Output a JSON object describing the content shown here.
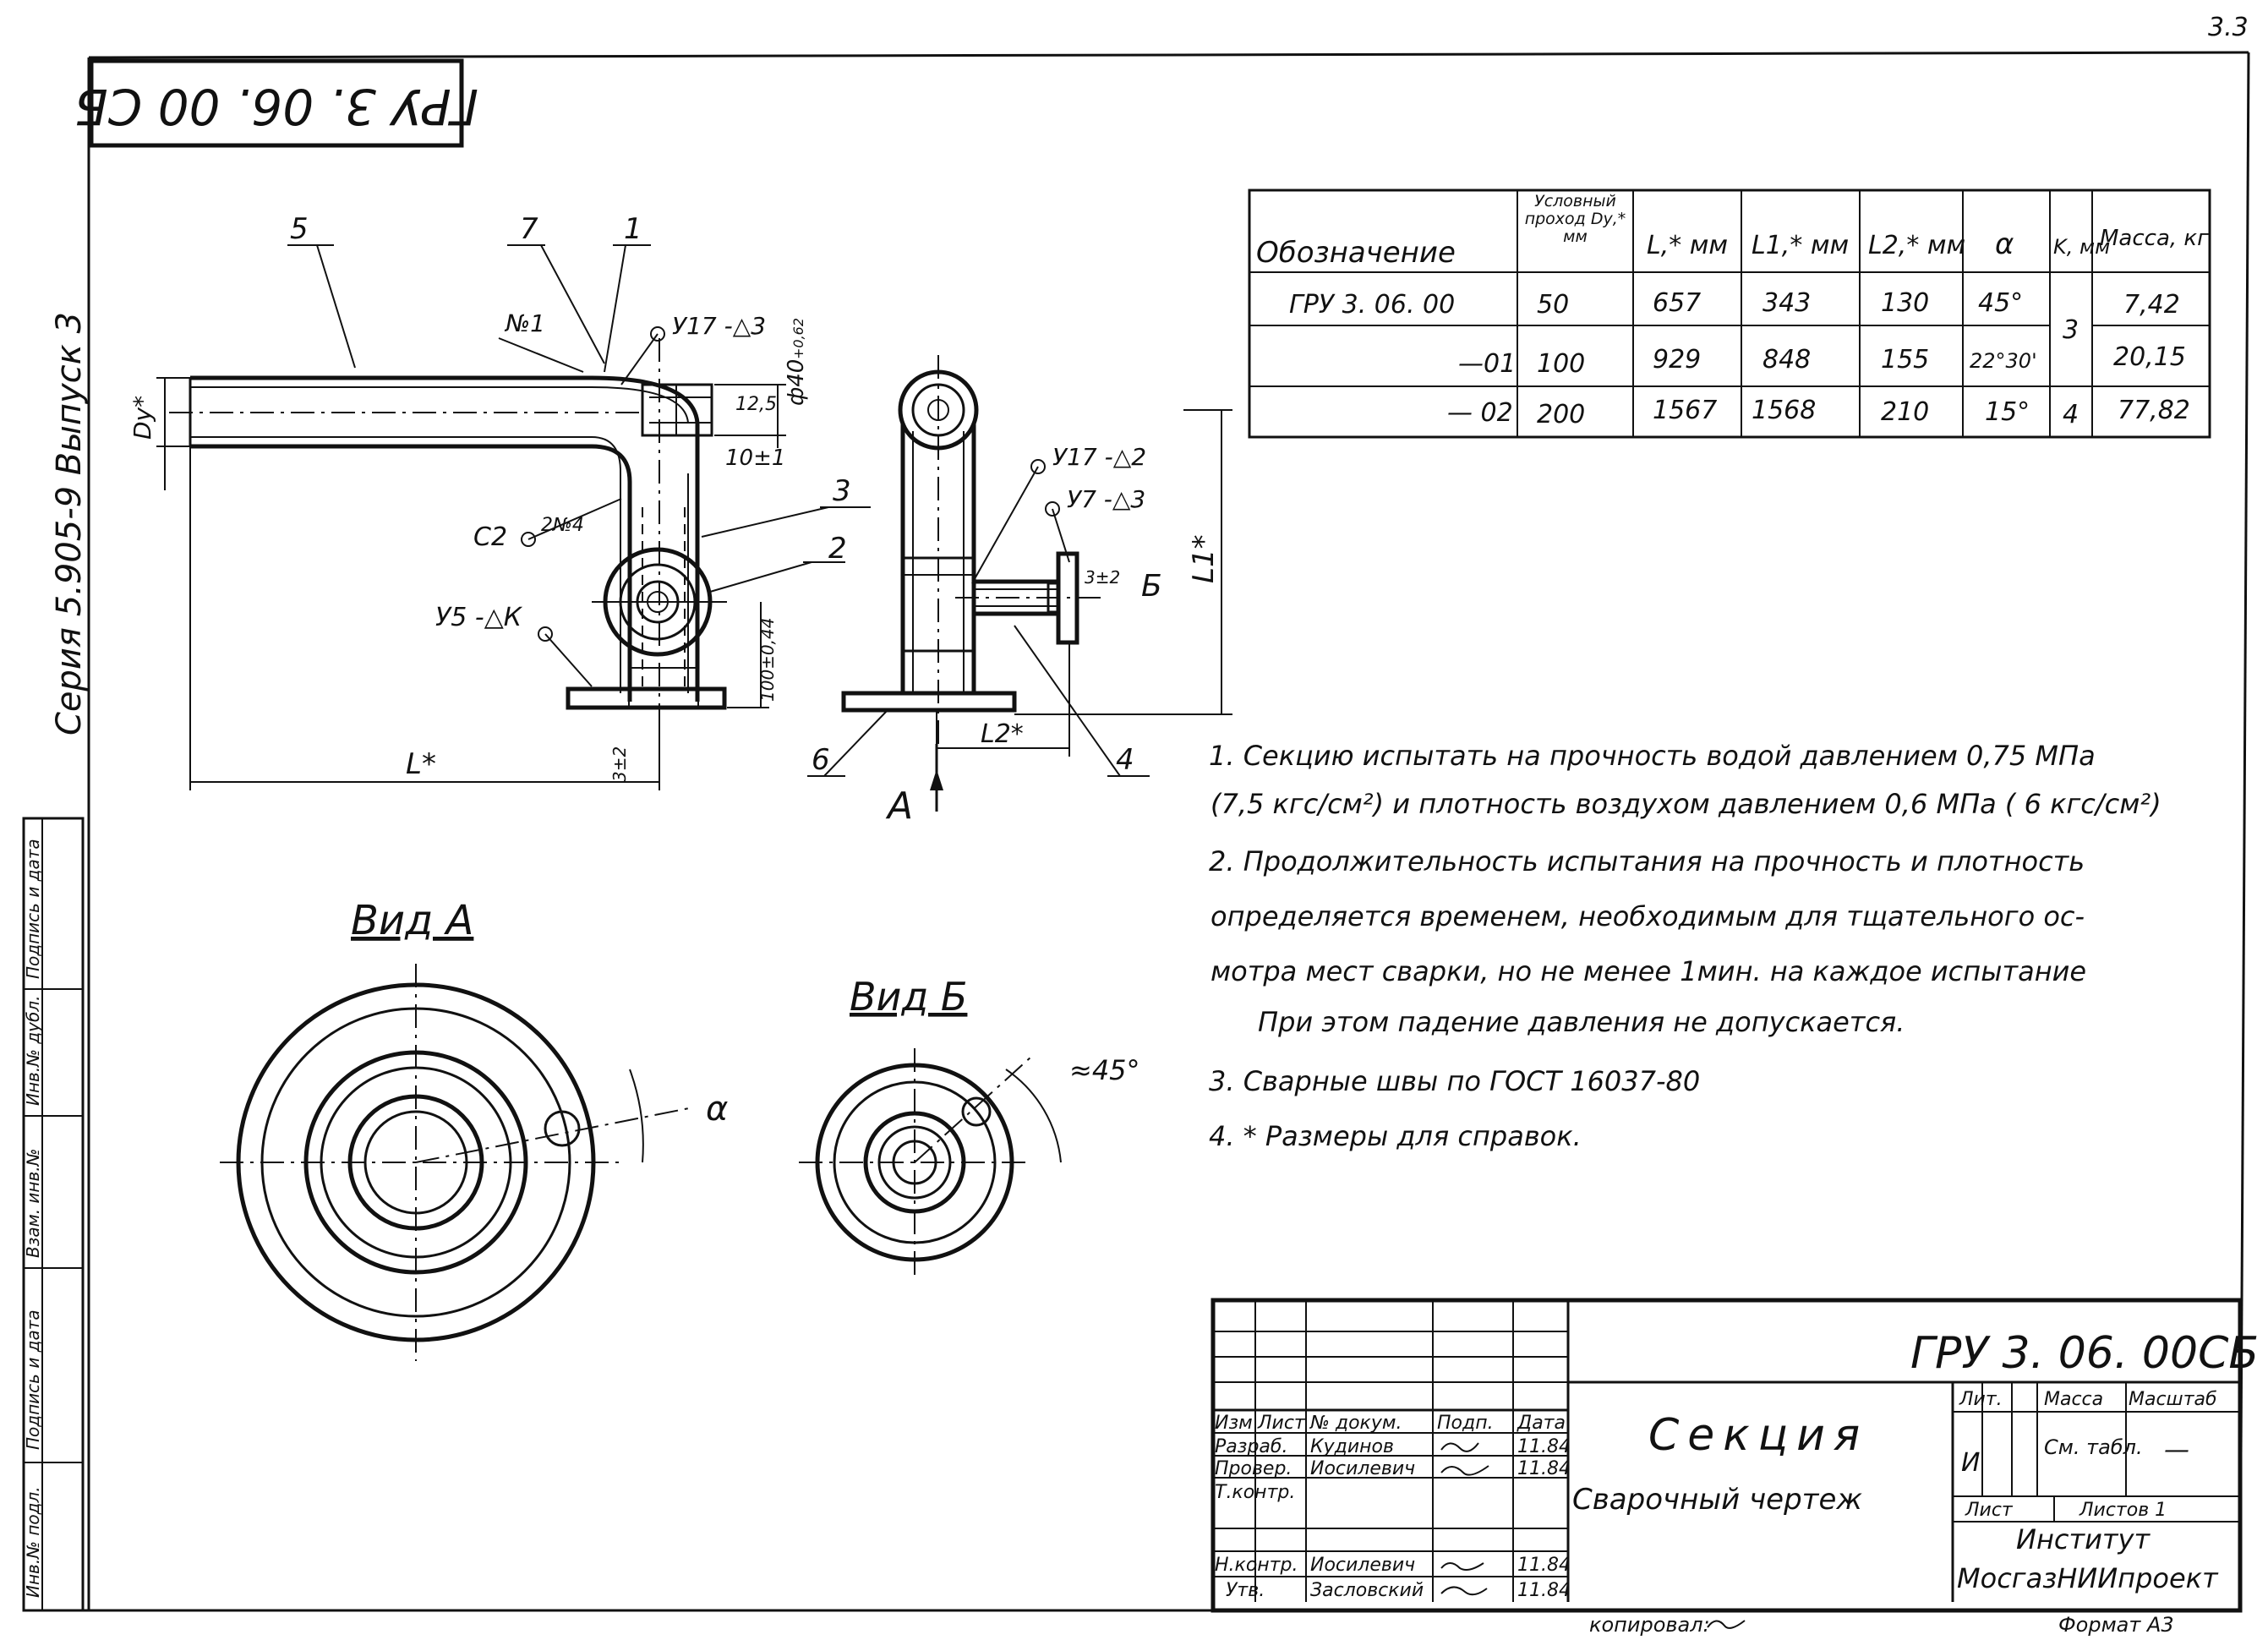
{
  "sheet": {
    "page_corner": "3.3",
    "stamp_code": "ГРУ 3. 06. 00 СБ",
    "series_vertical": "Серия 5.905-9  Выпуск 3"
  },
  "left_strip": [
    "Инв.№ подл.",
    "Подпись и дата",
    "Взам. инв.№",
    "Инв.№ дубл.",
    "Подпись и дата"
  ],
  "spec_table": {
    "headers": [
      "Обозначение",
      "Условный проход Dу,* мм",
      "L,* мм",
      "L1,* мм",
      "L2,* мм",
      "α",
      "K, мм",
      "Масса, кг"
    ],
    "rows": [
      [
        "ГРУ 3. 06. 00",
        "50",
        "657",
        "343",
        "130",
        "45°",
        "3",
        "7,42"
      ],
      [
        "—01",
        "100",
        "929",
        "848",
        "155",
        "22°30'",
        "",
        "20,15"
      ],
      [
        "— 02",
        "200",
        "1567",
        "1568",
        "210",
        "15°",
        "4",
        "77,82"
      ]
    ]
  },
  "drawing": {
    "callouts": [
      "5",
      "7",
      "1",
      "3",
      "2",
      "6",
      "4"
    ],
    "labels": {
      "weld_n1": "№1",
      "weld_top": "У17 -△3",
      "weld_c2": "С2",
      "weld_n4": "2№4",
      "weld_y5": "У5 -△К",
      "weld_y17_2": "У17 -△2",
      "weld_y7": "У7 -△3",
      "dim_phi": "ф40",
      "dim_phi_tol": "+0,62",
      "dim_125": "12,5",
      "dim_10": "10±1",
      "dim_du": "Dу*",
      "dim_100": "100±0,44",
      "dim_3_left": "3±2",
      "dim_3_right": "3±2",
      "dim_l": "L*",
      "dim_l1": "L1*",
      "dim_l2": "L2*",
      "arrow_b": "Б",
      "arrow_a": "А",
      "view_a": "Вид А",
      "view_b": "Вид Б",
      "alpha": "α",
      "angle45": "≈45°"
    }
  },
  "notes": [
    "1.  Секцию испытать на прочность водой давлением  0,75 МПа",
    "(7,5 кгс/см²) и плотность воздухом давлением  0,6 МПа ( 6 кгс/см²)",
    "2.  Продолжительность испытания на прочность и плотность",
    "определяется временем, необходимым для  тщательного ос-",
    "мотра  мест сварки, но не менее  1мин. на каждое испытание",
    "При этом  падение давления  не допускается.",
    "3.  Сварные    швы   по ГОСТ 16037-80",
    "4.  * Размеры для справок."
  ],
  "title_block": {
    "code": "ГРУ 3. 06. 00СБ",
    "title": "Секция",
    "subtitle": "Сварочный  чертеж",
    "col_headers": [
      "Изм",
      "Лист",
      "№ докум.",
      "Подп.",
      "Дата"
    ],
    "roles": [
      {
        "role": "Разраб.",
        "name": "Кудинов",
        "sign": "",
        "date": "11.84"
      },
      {
        "role": "Провер.",
        "name": "Иосилевич",
        "sign": "",
        "date": "11.84"
      },
      {
        "role": "Т.контр.",
        "name": "",
        "sign": "",
        "date": ""
      },
      {
        "role": "",
        "name": "",
        "sign": "",
        "date": ""
      },
      {
        "role": "Н.контр.",
        "name": "Иосилевич",
        "sign": "",
        "date": "11.84"
      },
      {
        "role": "Утв.",
        "name": "Засловский",
        "sign": "",
        "date": "11.84"
      }
    ],
    "lit_label": "Лит.",
    "mass_label": "Масса",
    "scale_label": "Масштаб",
    "lit_value": "И",
    "mass_value": "См. табл.",
    "scale_value": "—",
    "sheet_label": "Лист",
    "sheets_label": "Листов 1",
    "institute_line1": "Институт",
    "institute_line2": "МосгазНИИпроект",
    "copied": "копировал:",
    "format": "Формат А3"
  }
}
